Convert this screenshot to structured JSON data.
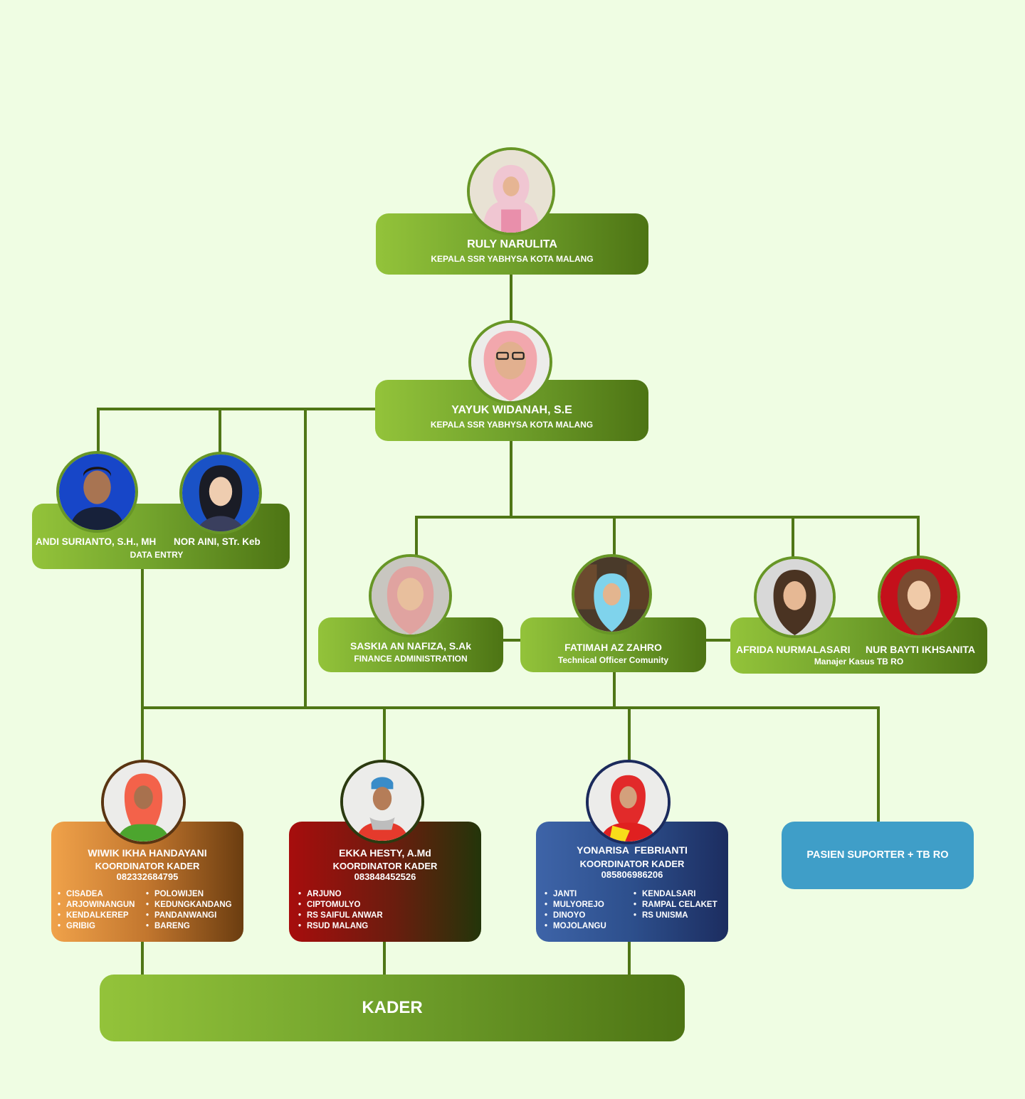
{
  "head": {
    "name": "RULY NARULITA",
    "role": "KEPALA SSR YABHYSA KOTA MALANG"
  },
  "deputy": {
    "name": "YAYUK WIDANAH, S.E",
    "role": "KEPALA SSR YABHYSA KOTA MALANG"
  },
  "data_entry": {
    "person1": "ANDI SURIANTO, S.H., MH",
    "person2": "NOR AINI, STr. Keb",
    "role": "DATA ENTRY"
  },
  "finance": {
    "name": "SASKIA AN NAFIZA, S.Ak",
    "role": "FINANCE ADMINISTRATION"
  },
  "technical": {
    "name": "FATIMAH AZ ZAHRO",
    "role": "Technical Officer Comunity"
  },
  "case_manager": {
    "person1": "AFRIDA NURMALASARI",
    "person2": "NUR BAYTI IKHSANITA",
    "role": "Manajer Kasus TB RO"
  },
  "coordinators": [
    {
      "name": "WIWIK IKHA HANDAYANI",
      "role": "KOORDINATOR KADER",
      "phone": "082332684795",
      "col1": [
        "CISADEA",
        "ARJOWINANGUN",
        "KENDALKEREP",
        "GRIBIG"
      ],
      "col2": [
        "POLOWIJEN",
        "KEDUNGKANDANG",
        "PANDANWANGI",
        "BARENG"
      ]
    },
    {
      "name": "EKKA HESTY, A.Md",
      "role": "KOORDINATOR KADER",
      "phone": "083848452526",
      "col1": [
        "ARJUNO",
        "CIPTOMULYO",
        "RS SAIFUL ANWAR",
        "RSUD MALANG"
      ],
      "col2": []
    },
    {
      "name": "YONARISA  FEBRIANTI",
      "role": "KOORDINATOR KADER",
      "phone": "085806986206",
      "col1": [
        "JANTI",
        "MULYOREJO",
        "DINOYO",
        "MOJOLANGU"
      ],
      "col2": [
        "KENDALSARI",
        "RAMPAL CELAKET",
        "RS UNISMA"
      ]
    }
  ],
  "supporter": {
    "label": "PASIEN SUPORTER + TB RO"
  },
  "kader": {
    "label": "KADER"
  },
  "colors": {
    "background": "#effde3",
    "line": "#4f7616",
    "green_light": "#93c33a",
    "green_dark": "#4d7414",
    "orange": "#f0a24a",
    "red": "#a70d0d",
    "blue": "#3e64a8",
    "cyan": "#3f9ec8"
  }
}
